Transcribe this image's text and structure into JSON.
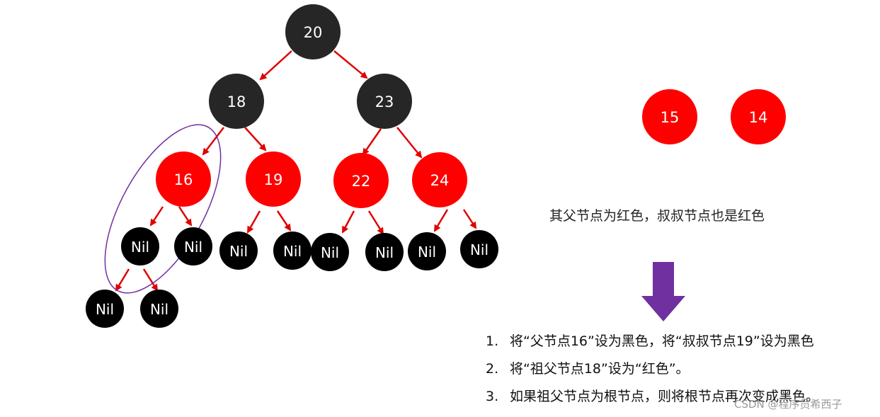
{
  "colors": {
    "black_node": "#262626",
    "nil_node": "#000000",
    "red_node": "#ff0000",
    "edge": "#e00000",
    "highlight": "#7030a0",
    "arrow": "#7030a0"
  },
  "tree": {
    "n20": "20",
    "n18": "18",
    "n23": "23",
    "n16": "16",
    "n19": "19",
    "n22": "22",
    "n24": "24",
    "nil": "Nil"
  },
  "side_nodes": {
    "a": "15",
    "b": "14"
  },
  "note": "其父节点为红色，叔叔节点也是红色",
  "steps": [
    {
      "num": "1.",
      "text": "将“父节点16”设为黑色，将“叔叔节点19”设为黑色"
    },
    {
      "num": "2.",
      "text": "将“祖父节点18”设为“红色”。"
    },
    {
      "num": "3.",
      "text": "如果祖父节点为根节点，则将根节点再次变成黑色。"
    }
  ],
  "watermark": "CSDN @程序员希西子"
}
